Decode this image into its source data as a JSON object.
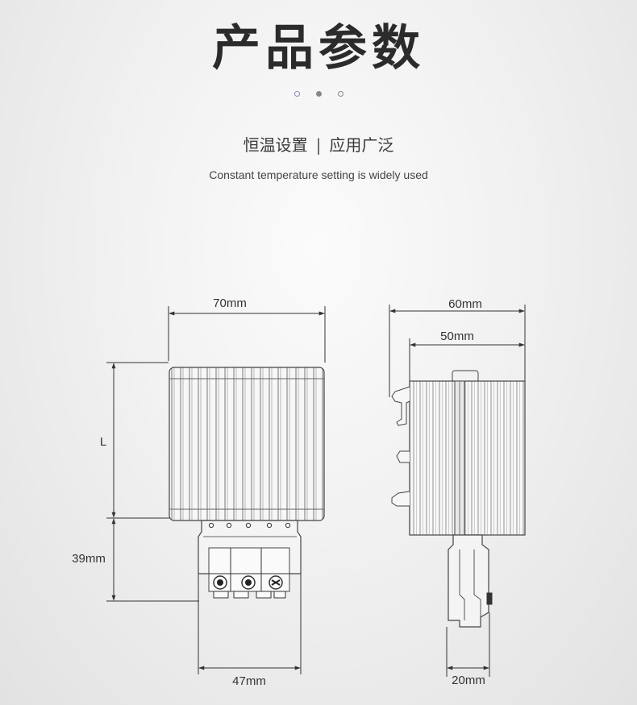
{
  "header": {
    "title": "产品参数",
    "subtitle_left": "恒温设置",
    "subtitle_sep": "|",
    "subtitle_right": "应用广泛",
    "caption": "Constant temperature setting is widely used"
  },
  "carousel": {
    "active_index": 1,
    "count": 3
  },
  "dimensions": {
    "front_width": "70mm",
    "front_height": "L",
    "terminal_height": "39mm",
    "terminal_width": "47mm",
    "side_depth": "60mm",
    "side_body_depth": "50mm",
    "clip_width": "20mm"
  }
}
